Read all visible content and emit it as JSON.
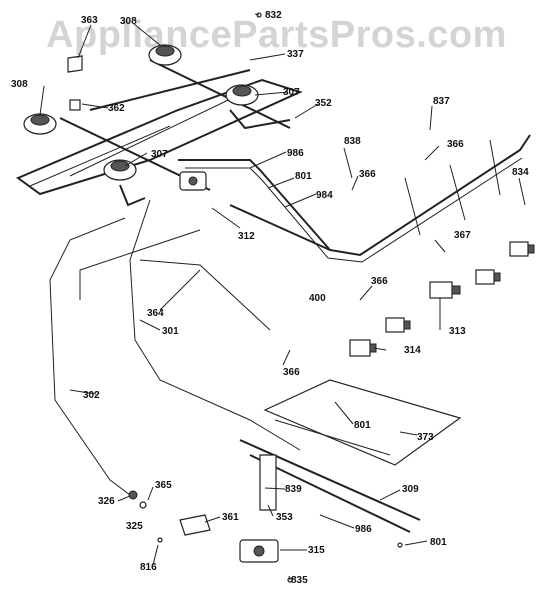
{
  "watermark": "AppliancePartsPros.com",
  "labels": {
    "l363": "363",
    "l308a": "308",
    "l832": "832",
    "l337": "337",
    "l308b": "308",
    "l307a": "307",
    "l362": "362",
    "l352": "352",
    "l837": "837",
    "l838": "838",
    "l366a": "366",
    "l307b": "307",
    "l986a": "986",
    "l801a": "801",
    "l366b": "366",
    "l834": "834",
    "l984": "984",
    "l312": "312",
    "l367": "367",
    "l400": "400",
    "l364": "364",
    "l366c": "366",
    "l301": "301",
    "l313": "313",
    "l314": "314",
    "l366d": "366",
    "l302": "302",
    "l801b": "801",
    "l373": "373",
    "l365": "365",
    "l839": "839",
    "l309": "309",
    "l326": "326",
    "l325": "325",
    "l361": "361",
    "l353": "353",
    "l986b": "986",
    "l801c": "801",
    "l816": "816",
    "l315": "315",
    "l835": "835"
  }
}
